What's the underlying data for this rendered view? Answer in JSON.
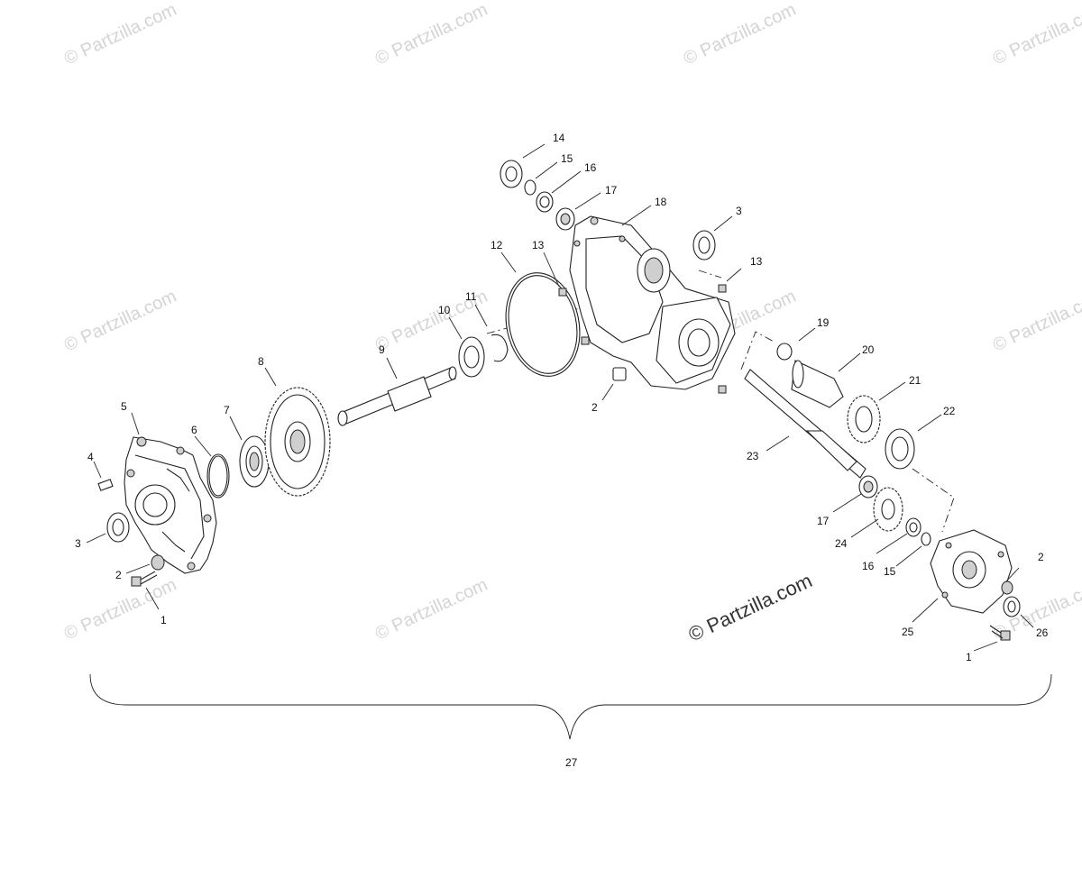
{
  "watermark": {
    "text": "© Partzilla.com",
    "main_text": "© Partzilla.com"
  },
  "callouts": [
    "1",
    "2",
    "3",
    "4",
    "5",
    "6",
    "7",
    "8",
    "9",
    "10",
    "11",
    "12",
    "13",
    "14",
    "15",
    "16",
    "17",
    "18",
    "19",
    "20",
    "21",
    "22",
    "23",
    "24",
    "25",
    "26",
    "27"
  ],
  "assembly_label": "27"
}
